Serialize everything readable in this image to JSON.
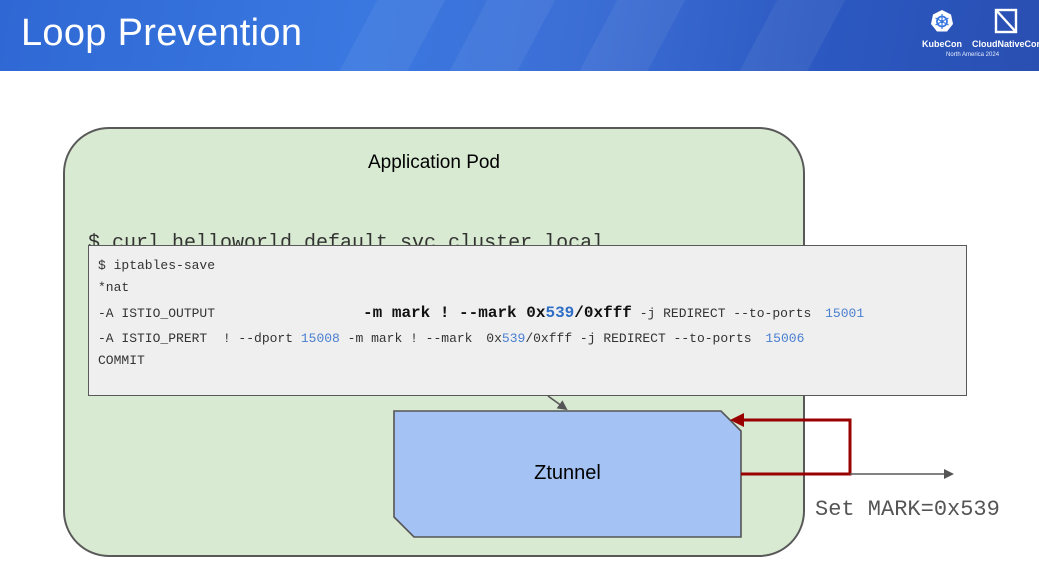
{
  "slide": {
    "title": "Loop Prevention",
    "logos": {
      "kubecon": "KubeCon",
      "cncf": "CloudNativeCon",
      "event": "North America 2024"
    }
  },
  "diagram": {
    "pod_label": "Application Pod",
    "curl_command": "$ curl helloworld.default.svc.cluster.local",
    "terminal": {
      "line1": "$ iptables-save",
      "line2": "*nat",
      "line3": {
        "prefix": "-A ISTIO_OUTPUT",
        "bold_part1": "-m mark ! --mark 0x",
        "bold_mark": "539",
        "bold_slash": "/0xfff",
        "suffix": " -j REDIRECT --to-ports ",
        "port": "15001"
      },
      "line4": {
        "prefix": "-A ISTIO_PRERT  ! --dport ",
        "dport": "15008",
        "mid1": " -m mark ! --mark ",
        "mark_a": "0x",
        "mark_b": "539",
        "mark_c": "/0xfff",
        "suffix": " -j REDIRECT --to-ports ",
        "port": "15006"
      },
      "line5": "COMMIT"
    },
    "ztunnel_label": "Ztunnel",
    "set_mark_label": "Set MARK=0x539",
    "colors": {
      "pod_fill": "#d9ead3",
      "ztunnel_fill": "#a4c2f4",
      "loop_arrow": "#990000",
      "header": "#3a78e0"
    }
  }
}
